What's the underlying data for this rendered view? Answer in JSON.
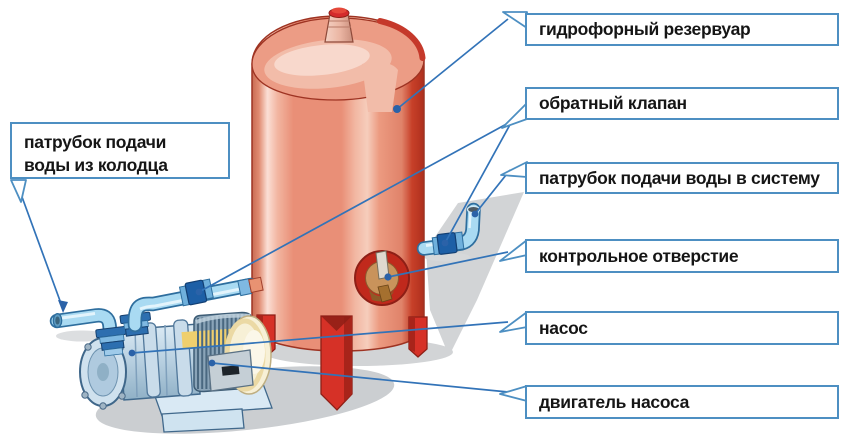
{
  "labels": {
    "reservoir": "гидрофорный резервуар",
    "check_valve": "обратный клапан",
    "outlet_pipe": "патрубок подачи воды в систему",
    "control_hole": "контрольное отверстие",
    "pump": "насос",
    "pump_motor": "двигатель насоса",
    "inlet_pipe": "патрубок подачи воды из колодца"
  },
  "colors": {
    "background": "#ffffff",
    "callout_border": "#4d8fc2",
    "callout_text": "#151515",
    "leader_line": "#3273b8",
    "leader_dot": "#2b62a8",
    "tank_body": "#e98f76",
    "tank_highlight": "#fbdfd5",
    "tank_edge_dark": "#c23a28",
    "tank_outline": "#9e3322",
    "tank_legs": "#d63127",
    "top_valve_cap": "#d42b2b",
    "control_hole_ring": "#c0291c",
    "control_hole_inner": "#c9935b",
    "pipe_fill": "#a9daf2",
    "pipe_outline": "#2e6e9e",
    "check_valve_fitting": "#1d5fa6",
    "pump_body": "#cfe1ee",
    "motor_fins": "#8aa4b8",
    "motor_yellow": "#efcf6e",
    "motor_cap_cream": "#f6efd4",
    "shadow": "#cdd0d2"
  }
}
